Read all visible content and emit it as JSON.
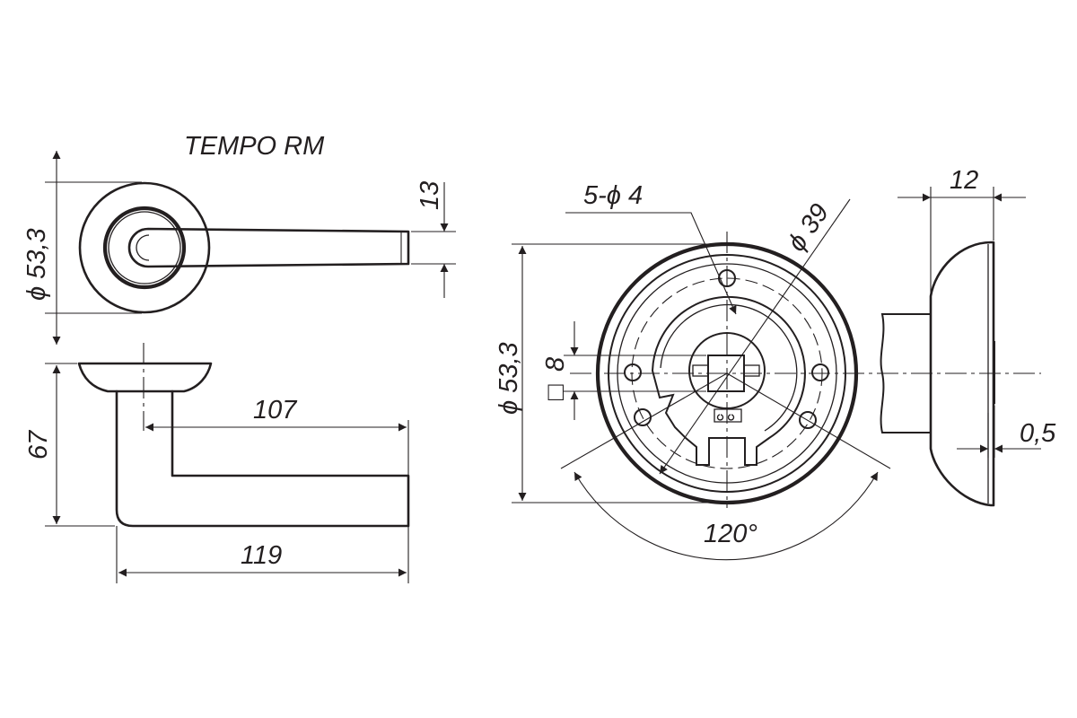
{
  "title": "TEMPO RM",
  "dimensions": {
    "rosette_diameter_top": "ϕ 53,3",
    "lever_thickness": "13",
    "lever_length_inner": "107",
    "lever_length_total": "119",
    "lever_height": "67",
    "screw_holes": "5-ϕ 4",
    "inner_circle_diameter": "ϕ 39",
    "rosette_diameter_front": "ϕ 53,3",
    "spindle_square": "8",
    "square_symbol": "□",
    "rotation_angle": "120°",
    "rosette_depth": "12",
    "gap": "0,5"
  },
  "colors": {
    "line": "#231f20",
    "background": "#ffffff"
  }
}
